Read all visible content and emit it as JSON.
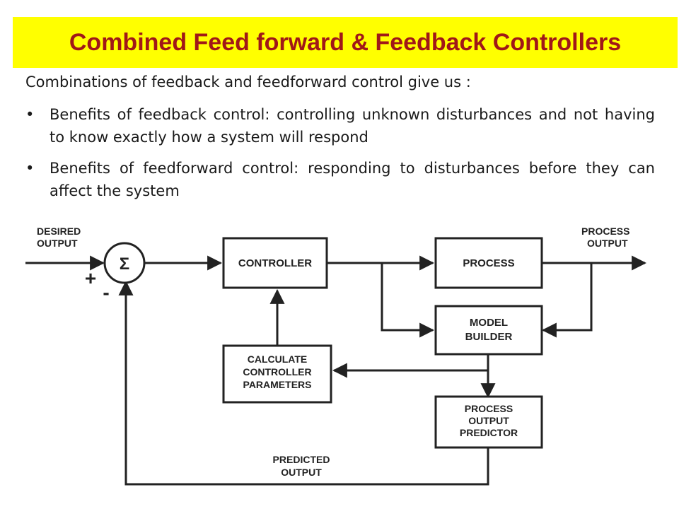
{
  "title": "Combined Feed forward & Feedback Controllers",
  "intro": "Combinations of feedback and feedforward control give us :",
  "bullets": [
    "Benefits of feedback control: controlling unknown disturbances and not having to know exactly how a system will respond",
    "Benefits of feedforward control: responding to disturbances before they can affect the system"
  ],
  "bullet_symbol": "•",
  "diagram": {
    "desired_output": [
      "DESIRED",
      "OUTPUT"
    ],
    "process_output": [
      "PROCESS",
      "OUTPUT"
    ],
    "summer_symbol": "Σ",
    "plus_sign": "+",
    "minus_sign": "-",
    "controller": "CONTROLLER",
    "process": "PROCESS",
    "model_builder": [
      "MODEL",
      "BUILDER"
    ],
    "calculate_params": [
      "CALCULATE",
      "CONTROLLER",
      "PARAMETERS"
    ],
    "predictor": [
      "PROCESS",
      "OUTPUT",
      "PREDICTOR"
    ],
    "predicted_output": [
      "PREDICTED",
      "OUTPUT"
    ]
  },
  "colors": {
    "title_bg": "#ffff00",
    "title_text": "#a01818",
    "line": "#222222"
  }
}
